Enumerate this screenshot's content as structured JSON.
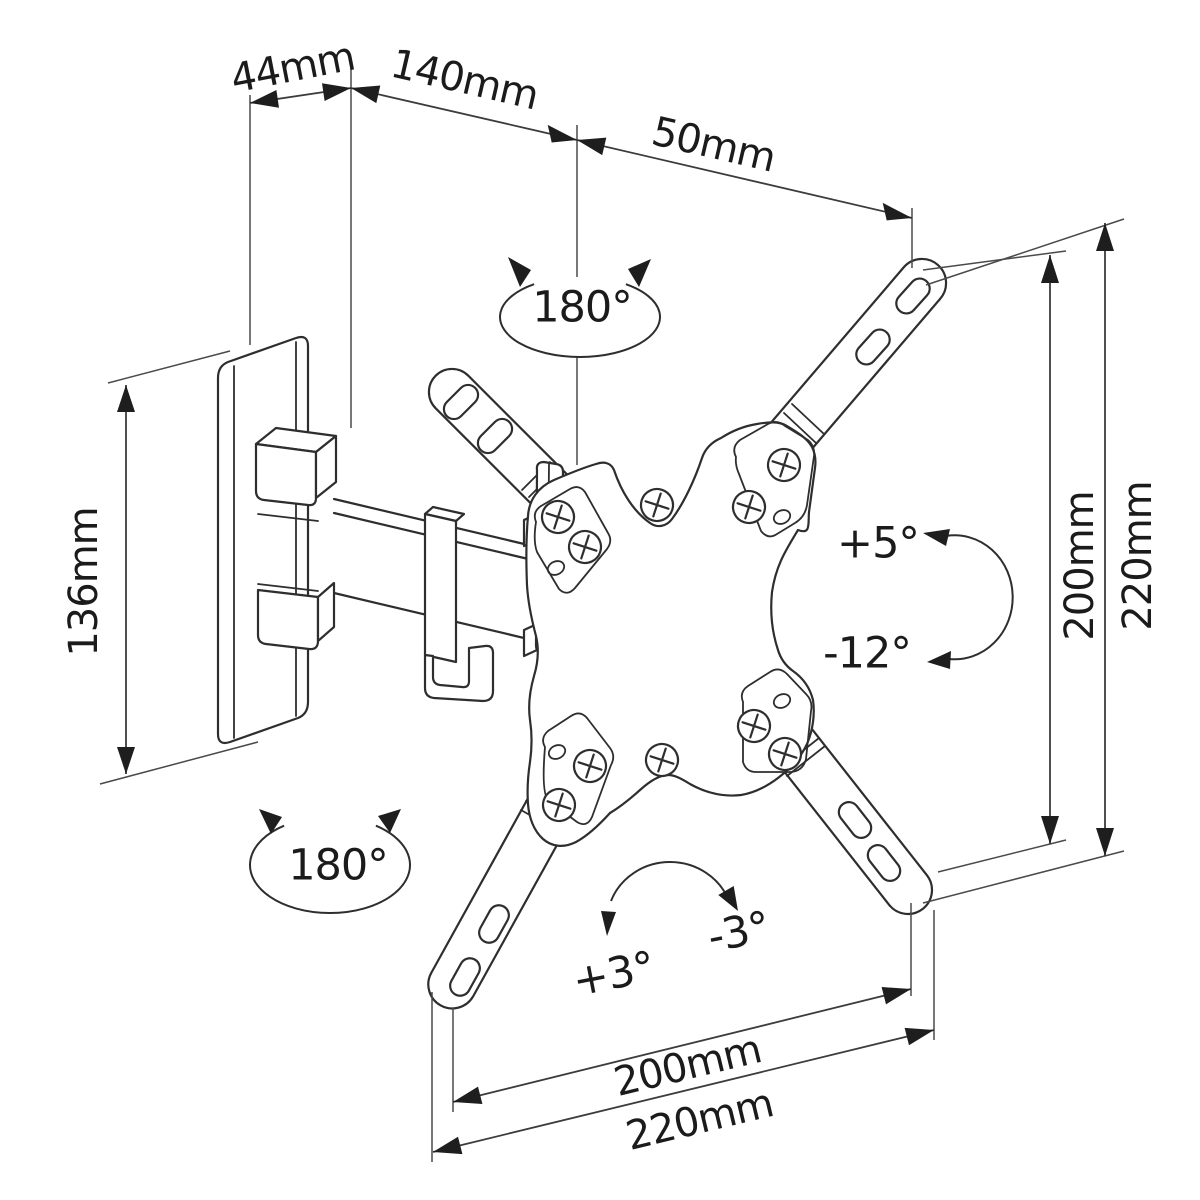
{
  "dimensions": {
    "top": [
      {
        "id": "wall-depth",
        "label": "44mm"
      },
      {
        "id": "arm-reach",
        "label": "140mm"
      },
      {
        "id": "plate-offset",
        "label": "50mm"
      }
    ],
    "left": [
      {
        "id": "wall-plate-height",
        "label": "136mm"
      }
    ],
    "right": [
      {
        "id": "vesa-hole-height",
        "label": "200mm"
      },
      {
        "id": "plate-total-height",
        "label": "220mm"
      }
    ],
    "bottom": [
      {
        "id": "vesa-hole-width",
        "label": "200mm"
      },
      {
        "id": "plate-total-width",
        "label": "220mm"
      }
    ]
  },
  "angles": {
    "swivel_top": {
      "label": "180°"
    },
    "swivel_bottom": {
      "label": "180°"
    },
    "tilt": [
      {
        "id": "tilt-up",
        "label": "+5°"
      },
      {
        "id": "tilt-down",
        "label": "-12°"
      }
    ],
    "rotation": [
      {
        "id": "rotate-plus",
        "label": "+3°"
      },
      {
        "id": "rotate-minus",
        "label": "-3°"
      }
    ]
  },
  "colors": {
    "background": "#ffffff",
    "line_art": "#2e2e2e",
    "dimension_lines": "#3c3c3c",
    "arrow_fill": "#1e1e1e",
    "text": "#1b1b1b"
  }
}
